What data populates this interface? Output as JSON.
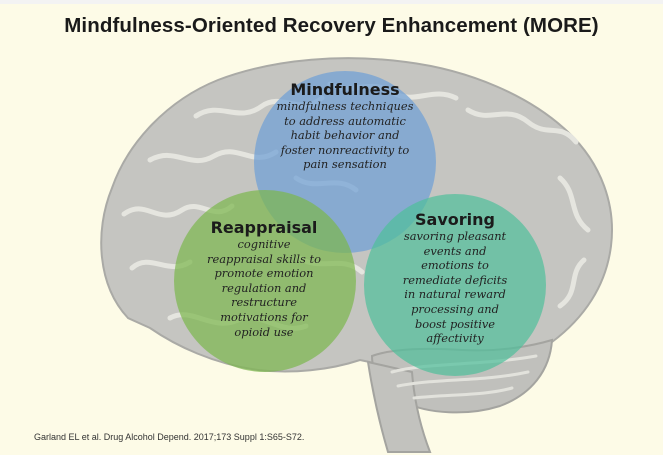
{
  "title": "Mindfulness-Oriented Recovery Enhancement (MORE)",
  "circles": {
    "mindfulness": {
      "heading": "Mindfulness",
      "lines": [
        "mindfulness techniques",
        "to address automatic",
        "habit behavior and",
        "foster nonreactivity to",
        "pain sensation"
      ],
      "color": "#6f9fd6"
    },
    "reappraisal": {
      "heading": "Reappraisal",
      "lines": [
        "cognitive",
        "reappraisal skills to",
        "promote emotion",
        "regulation and",
        "restructure",
        "motivations for",
        "opioid use"
      ],
      "color": "#7db74f"
    },
    "savoring": {
      "heading": "Savoring",
      "lines": [
        "savoring pleasant",
        "events and",
        "emotions to",
        "remediate deficits",
        "in natural reward",
        "processing and",
        "boost positive",
        "affectivity"
      ],
      "color": "#4fbf9a"
    }
  },
  "citation": "Garland EL et al. Drug Alcohol Depend. 2017;173 Suppl 1:S65-S72.",
  "background_color": "#fdfbe7",
  "brain_color": "#c4c4c0"
}
